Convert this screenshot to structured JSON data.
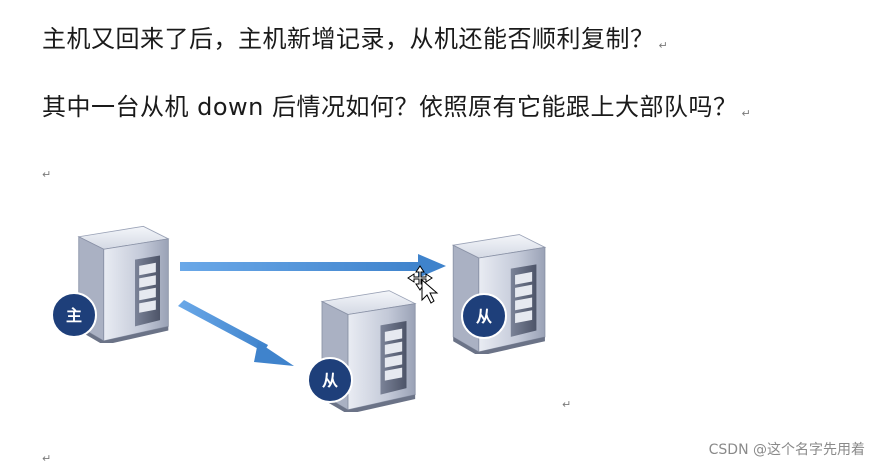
{
  "questions": [
    "主机又回来了后，主机新增记录，从机还能否顺利复制？",
    "其中一台从机 down 后情况如何？依照原有它能跟上大部队吗？"
  ],
  "paragraph_mark": "↵",
  "servers": {
    "master_label": "主",
    "slave_label": "从"
  },
  "watermark": "CSDN @这个名字先用着",
  "icons": [
    "server-icon",
    "arrow-icon",
    "move-cursor-icon"
  ],
  "colors": {
    "badge": "#1e3f7a",
    "arrow": "#4a90d6",
    "server_body": "#c7ccd9",
    "server_dark": "#5a6275"
  }
}
